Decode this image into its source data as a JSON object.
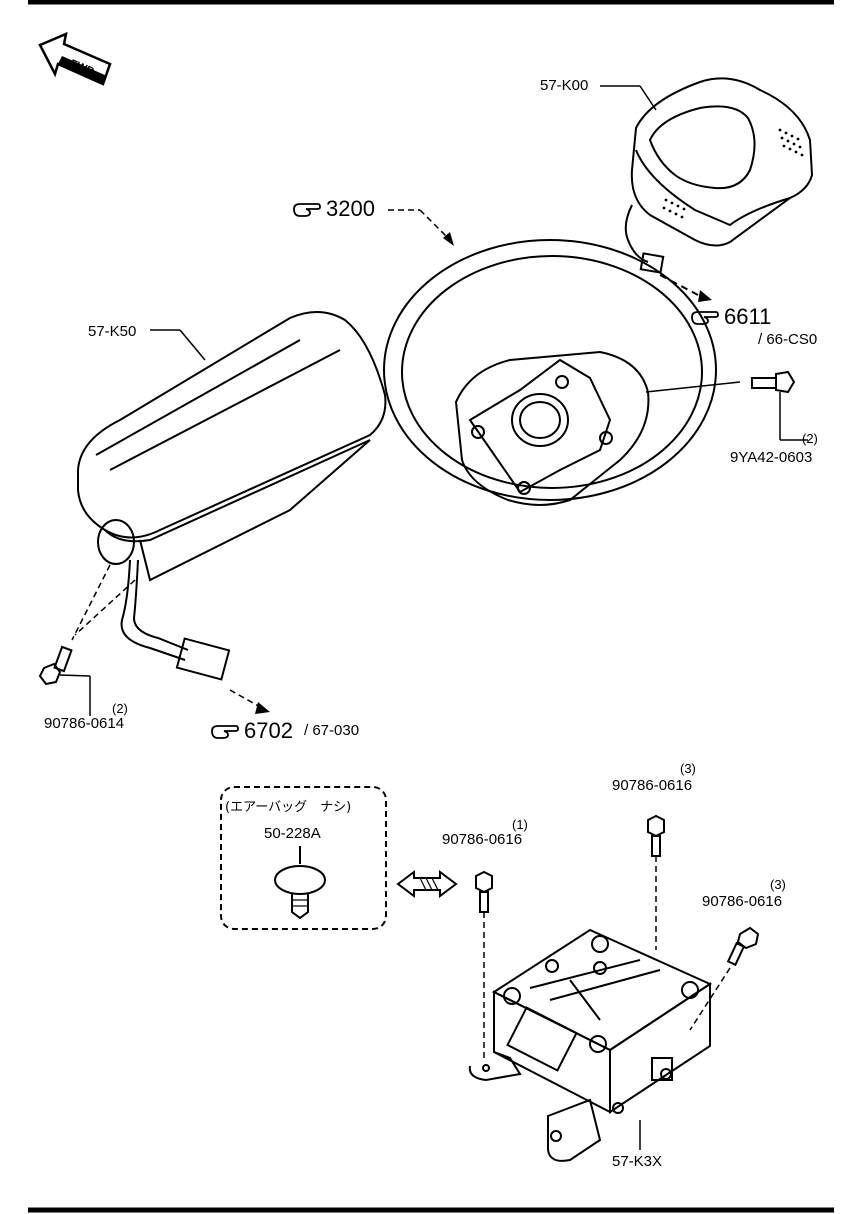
{
  "fwd_label": "FWD",
  "parts": {
    "pad": "57-K00",
    "passenger_module": "57-K50",
    "sensor_unit": "57-K3X",
    "bolt_wheel": "9YA42-0603",
    "bolt_wheel_qty": "(2)",
    "bolt_passenger": "90786-0614",
    "bolt_passenger_qty": "(2)",
    "bolt_unit_a": "90786-0616",
    "bolt_unit_a_qty": "(1)",
    "bolt_unit_b": "90786-0616",
    "bolt_unit_b_qty": "(3)",
    "bolt_unit_c": "90786-0616",
    "bolt_unit_c_qty": "(3)"
  },
  "references": {
    "steering_wheel": "3200",
    "pad_connector": "6611",
    "pad_connector_sub": "/ 66-CS0",
    "passenger_connector": "6702",
    "passenger_connector_sub": "/ 67-030"
  },
  "note": {
    "title": "(エアーバッグ　ナシ)",
    "part": "50-228A"
  }
}
